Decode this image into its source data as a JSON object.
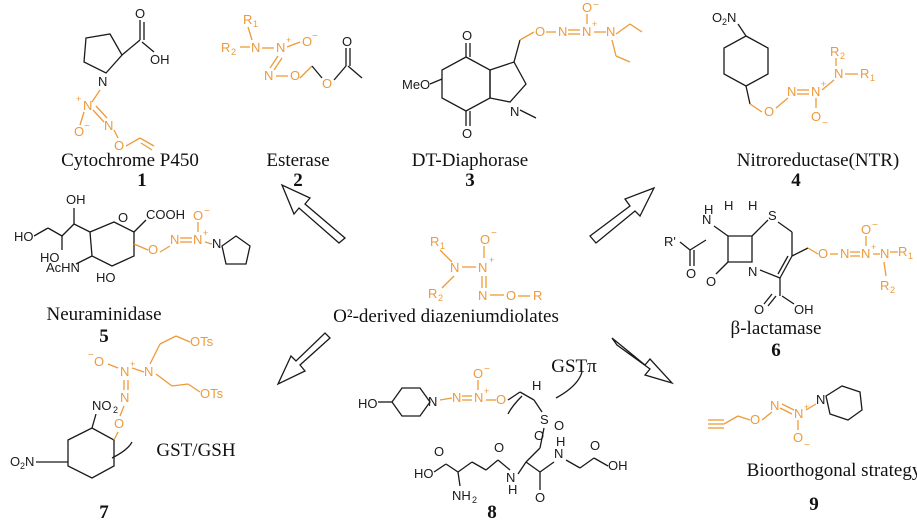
{
  "center": {
    "label": "O²-derived diazeniumdiolates"
  },
  "compounds": [
    {
      "id": "1",
      "enzyme": "Cytochrome P450"
    },
    {
      "id": "2",
      "enzyme": "Esterase"
    },
    {
      "id": "3",
      "enzyme": "DT-Diaphorase"
    },
    {
      "id": "4",
      "enzyme": "Nitroreductase(NTR)"
    },
    {
      "id": "5",
      "enzyme": "Neuraminidase"
    },
    {
      "id": "6",
      "enzyme": "β-lactamase"
    },
    {
      "id": "7",
      "enzyme": "GST/GSH"
    },
    {
      "id": "8",
      "enzyme": "GSTπ"
    },
    {
      "id": "9",
      "enzyme": "Bioorthogonal strategy"
    }
  ],
  "colors": {
    "prodrug_moiety": "#ee9a3a",
    "scaffold": "#1a1a1a"
  }
}
